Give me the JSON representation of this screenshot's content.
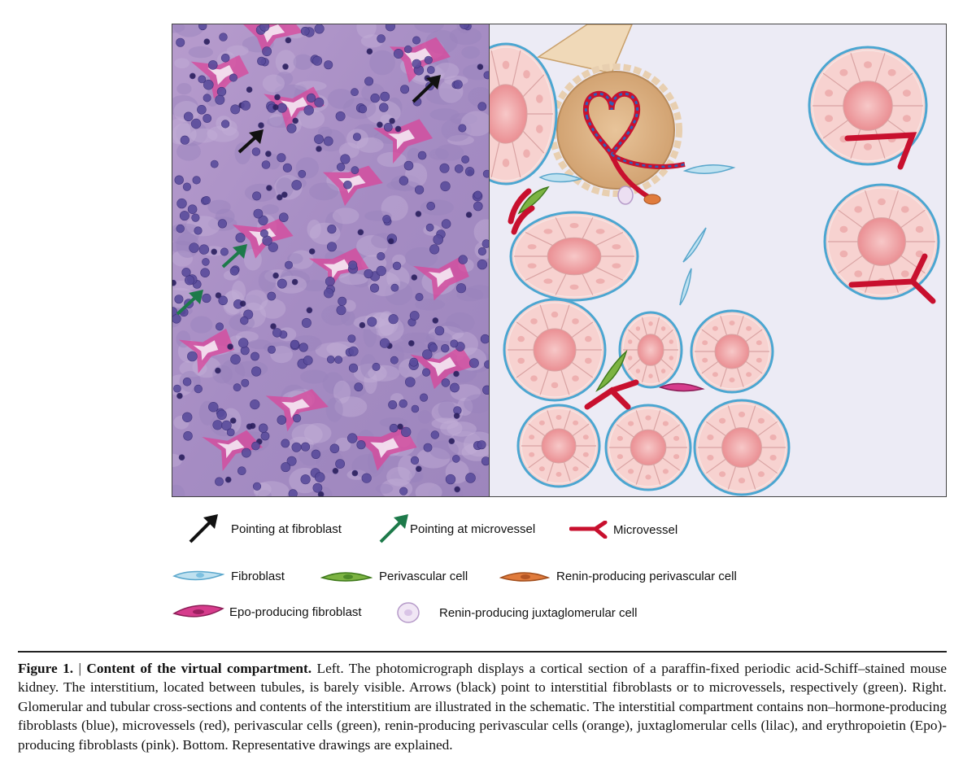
{
  "legend": {
    "fibroblast_arrow": "Pointing at fibroblast",
    "microvessel_arrow": "Pointing at microvessel",
    "microvessel": "Microvessel",
    "fibroblast": "Fibroblast",
    "perivascular_cell": "Perivascular cell",
    "renin_perivascular_cell": "Renin-producing perivascular cell",
    "epo_fibroblast": "Epo-producing fibroblast",
    "renin_juxtaglomerular_cell": "Renin-producing juxtaglomerular cell"
  },
  "colors": {
    "fibroblast_arrow": "#111111",
    "microvessel_arrow": "#1d7a4a",
    "microvessel": "#c8102e",
    "fibroblast": "#bfe1f0",
    "perivascular": "#7cb342",
    "renin_perivascular": "#e07b3c",
    "epo": "#d63c8c",
    "juxtaglomerular": "#e8d6ef",
    "tubule_border": "#4ba6d1",
    "tubule_cell": "#f7d2d0",
    "lumen": "#ee9da0",
    "stain_background": "#a88ec4"
  },
  "caption": {
    "label": "Figure 1.",
    "separator": " | ",
    "title": "Content of the virtual compartment.",
    "text": " Left. The photomicrograph displays a cortical section of a paraffin-fixed periodic acid-Schiff–stained mouse kidney. The interstitium, located between tubules, is barely visible. Arrows (black) point to interstitial fibroblasts or to microvessels, respectively (green). Right. Glomerular and tubular cross-sections and contents of the interstitium are illustrated in the schematic. The interstitial compartment contains non–hormone-producing fibroblasts (blue), microvessels (red), perivascular cells (green), renin-producing perivascular cells (orange), juxtaglomerular cells (lilac), and erythropoietin (Epo)-producing fibroblasts (pink). Bottom. Representative drawings are explained."
  }
}
